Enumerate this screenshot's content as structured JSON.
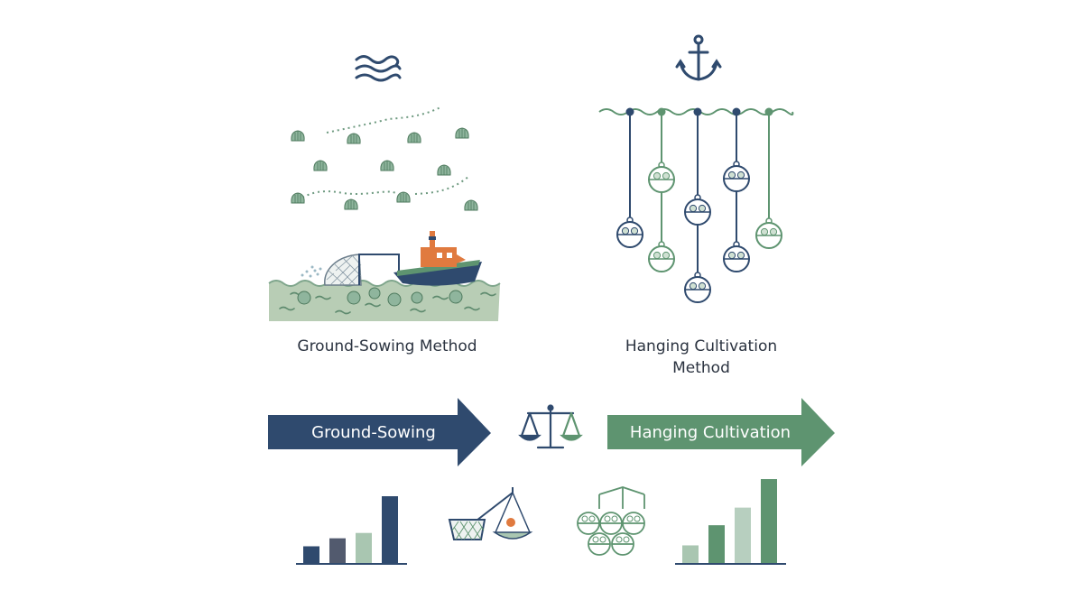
{
  "labels": {
    "ground_sowing_method": "Ground-Sowing Method",
    "hanging_cultivation_method": "Hanging Cultivation\nMethod"
  },
  "arrows": {
    "left_label": "Ground-Sowing",
    "right_label": "Hanging Cultivation"
  },
  "colors": {
    "navy": "#2f4a6e",
    "green": "#5e9470",
    "sage": "#a9c6b1",
    "pale_sage": "#b7cfbf",
    "orange": "#e07a3f",
    "slate": "#525a6e"
  },
  "icons": {
    "top_left": "waves-icon",
    "top_right": "anchor-icon",
    "center": "balance-scale-icon",
    "bottom_2": "net-and-scale-icon",
    "bottom_3": "lantern-net-cluster-icon"
  },
  "mini_charts": {
    "left": {
      "type": "bar",
      "values": [
        0.25,
        0.37,
        0.45,
        1.0
      ],
      "colors": [
        "#2f4a6e",
        "#525a6e",
        "#a9c6b1",
        "#2f4a6e"
      ]
    },
    "right": {
      "type": "bar",
      "values": [
        0.21,
        0.45,
        0.66,
        1.0
      ],
      "colors": [
        "#a9c6b1",
        "#5e9470",
        "#b7cfbf",
        "#5e9470"
      ]
    }
  }
}
